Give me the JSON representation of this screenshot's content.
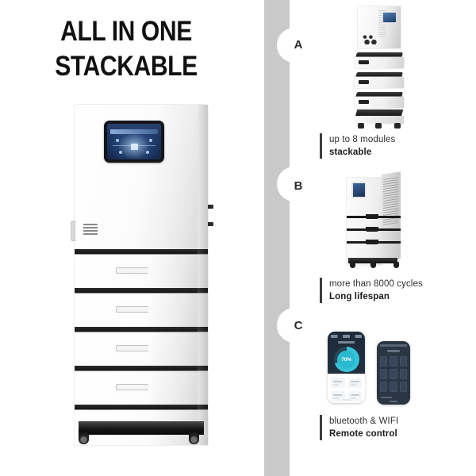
{
  "headline": {
    "line1": "ALL IN ONE",
    "line2": "STACKABLE"
  },
  "colors": {
    "background": "#ffffff",
    "rail": "#c9c9c9",
    "accent_bar": "#3d3d3d",
    "text_primary": "#1a1a1a",
    "battery_band": "#111111",
    "screen_blue": "#1d3561",
    "app_cyan": "#2bb9d0",
    "phone_dark": "#2b3644"
  },
  "hero": {
    "product_name": "all-in-one stackable energy storage tower",
    "display_label": "energy-flow-display",
    "module_count": 5
  },
  "sections": [
    {
      "badge": "A",
      "image_name": "exploded-stack-image",
      "caption_line1": "up to 8 modules",
      "caption_line2": "stackable"
    },
    {
      "badge": "B",
      "image_name": "assembled-tower-image",
      "caption_line1": "more than 8000 cycles",
      "caption_line2": "Long  lifespan"
    },
    {
      "badge": "C",
      "image_name": "mobile-app-phones-image",
      "caption_line1": "bluetooth & WIFI",
      "caption_line2": "Remote control"
    }
  ],
  "app": {
    "battery_percent": "70%"
  }
}
